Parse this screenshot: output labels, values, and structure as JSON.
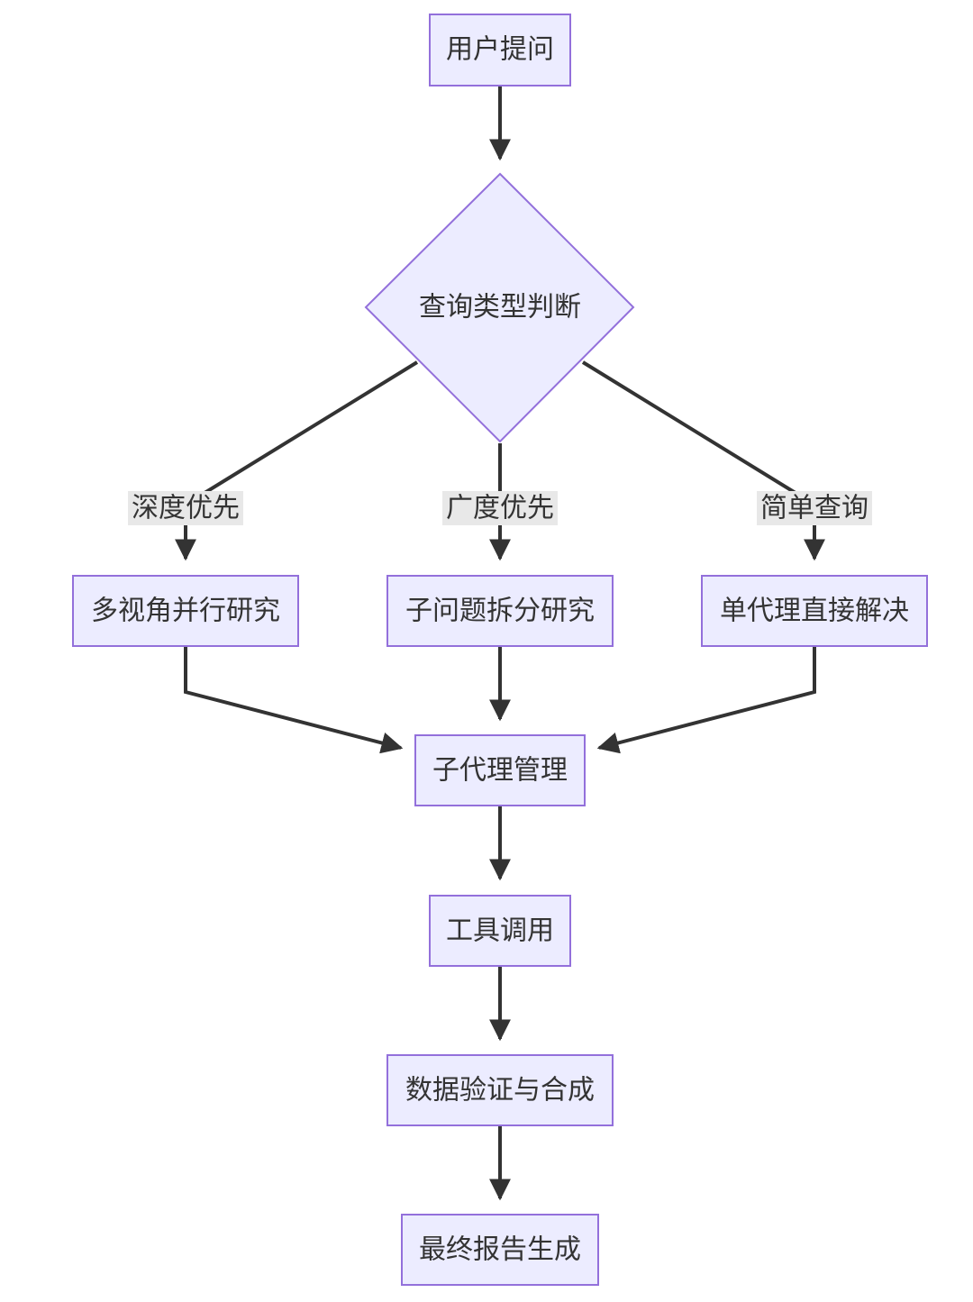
{
  "diagram": {
    "type": "flowchart",
    "direction": "top-down",
    "colors": {
      "node_fill": "#ECECFF",
      "node_stroke": "#9370DB",
      "edge": "#333333",
      "text": "#333333",
      "edge_label_bg": "#e8e8e8"
    },
    "nodes": {
      "start": {
        "label": "用户提问",
        "shape": "rect"
      },
      "decision": {
        "label": "查询类型判断",
        "shape": "diamond"
      },
      "depth": {
        "label": "多视角并行研究",
        "shape": "rect"
      },
      "breadth": {
        "label": "子问题拆分研究",
        "shape": "rect"
      },
      "simple": {
        "label": "单代理直接解决",
        "shape": "rect"
      },
      "manage": {
        "label": "子代理管理",
        "shape": "rect"
      },
      "tools": {
        "label": "工具调用",
        "shape": "rect"
      },
      "verify": {
        "label": "数据验证与合成",
        "shape": "rect"
      },
      "report": {
        "label": "最终报告生成",
        "shape": "rect"
      }
    },
    "edges": [
      {
        "from": "start",
        "to": "decision",
        "label": ""
      },
      {
        "from": "decision",
        "to": "depth",
        "label": "深度优先"
      },
      {
        "from": "decision",
        "to": "breadth",
        "label": "广度优先"
      },
      {
        "from": "decision",
        "to": "simple",
        "label": "简单查询"
      },
      {
        "from": "depth",
        "to": "manage",
        "label": ""
      },
      {
        "from": "breadth",
        "to": "manage",
        "label": ""
      },
      {
        "from": "simple",
        "to": "manage",
        "label": ""
      },
      {
        "from": "manage",
        "to": "tools",
        "label": ""
      },
      {
        "from": "tools",
        "to": "verify",
        "label": ""
      },
      {
        "from": "verify",
        "to": "report",
        "label": ""
      }
    ]
  }
}
